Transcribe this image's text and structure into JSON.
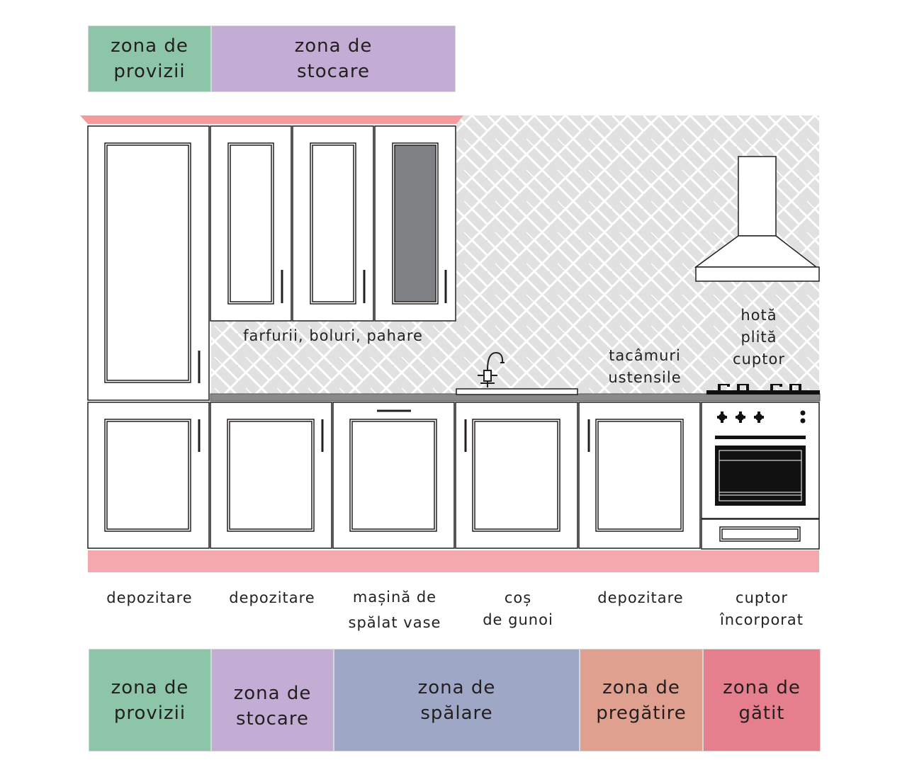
{
  "colors": {
    "provizii": "#8dc5a9",
    "stocare": "#c3add4",
    "spalare": "#9ea8c6",
    "pregatire": "#dfa08f",
    "gatit": "#e67f8d",
    "plinth": "#f5a8ae",
    "cornice": "#f59ba0",
    "tile": "#e1e1e1",
    "glass": "#808184",
    "outline": "#231f20"
  },
  "top_zones": [
    {
      "id": "provizii",
      "text": "zona de\nprovizii"
    },
    {
      "id": "stocare",
      "text": "zona de\nstocare"
    }
  ],
  "wall_labels": {
    "upper_cabinets": "farfurii, boluri, pahare",
    "drawer": "tacâmuri\nustensile",
    "stove": "hotă\nplită\ncuptor"
  },
  "cabinet_labels": [
    "depozitare",
    "depozitare",
    "mașină de\nspălat vase",
    "coș\nde gunoi",
    "depozitare",
    "cuptor\nîncorporat"
  ],
  "bottom_zones": [
    {
      "id": "provizii",
      "text": "zona de\nprovizii"
    },
    {
      "id": "stocare",
      "text": "zona de\nstocare"
    },
    {
      "id": "spalare",
      "text": "zona de\nspălare"
    },
    {
      "id": "pregatire",
      "text": "zona de\npregătire"
    },
    {
      "id": "gatit",
      "text": "zona de\ngătit"
    }
  ]
}
